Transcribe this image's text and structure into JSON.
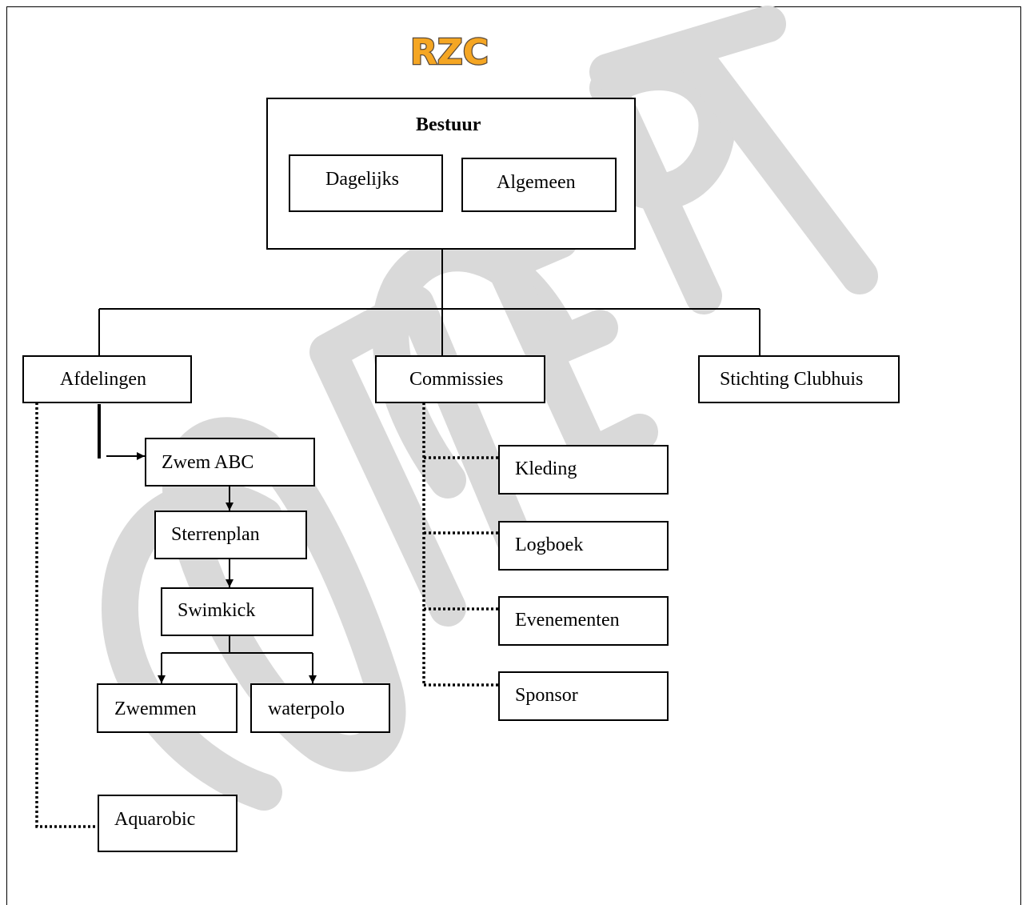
{
  "logo": {
    "text": "RZC",
    "fill": "#F5A623",
    "stroke": "#5A4A3A"
  },
  "watermark": {
    "text": "CONCEPT",
    "color": "#d9d9d9"
  },
  "bestuur": {
    "title": "Bestuur",
    "dagelijks": "Dagelijks",
    "algemeen": "Algemeen"
  },
  "branches": {
    "afdelingen": "Afdelingen",
    "commissies": "Commissies",
    "stichting": "Stichting Clubhuis"
  },
  "afdelingen": {
    "zwem_abc": "Zwem ABC",
    "sterrenplan": "Sterrenplan",
    "swimkick": "Swimkick",
    "zwemmen": "Zwemmen",
    "waterpolo": "waterpolo",
    "aquarobic": "Aquarobic"
  },
  "commissies": {
    "kleding": "Kleding",
    "logboek": "Logboek",
    "evenementen": "Evenementen",
    "sponsor": "Sponsor"
  }
}
